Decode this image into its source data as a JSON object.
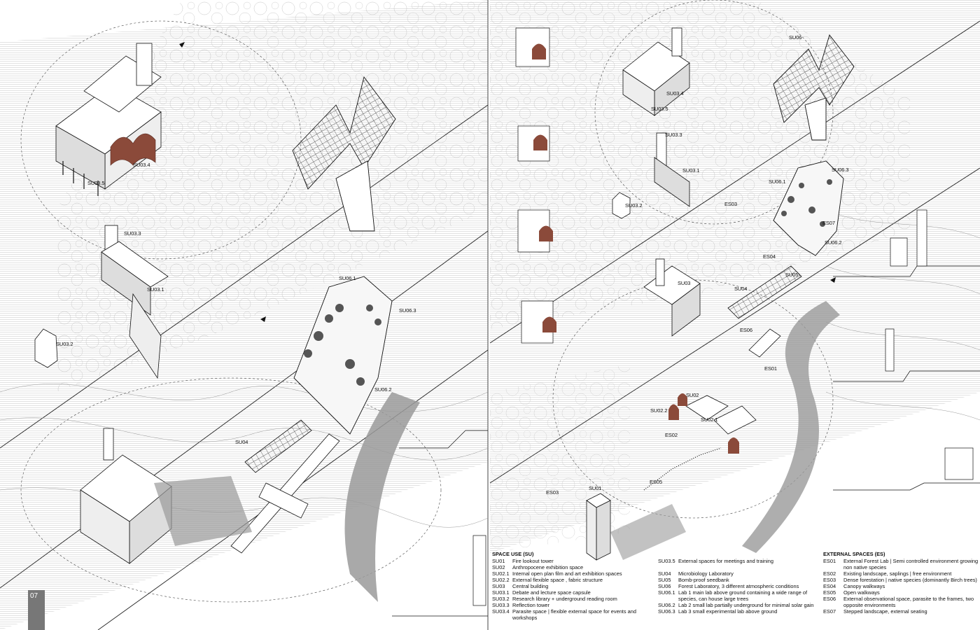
{
  "page_number": "07",
  "labels_left": {
    "su03_5": "SU03.5",
    "su03_4": "SU03.4",
    "su03_3": "SU03.3",
    "su03_1": "SU03.1",
    "su03_2": "SU03.2",
    "su06_1": "SU06.1",
    "su06_3": "SU06.3",
    "su06_2": "SU06.2",
    "su04": "SU04"
  },
  "labels_right": {
    "su06": "SU06",
    "su03_4": "SU03.4",
    "su03_5": "SU03.5",
    "su03_3": "SU03.3",
    "su03_1": "SU03.1",
    "su03_2": "SU03.2",
    "su06_3": "SU06.3",
    "su06_1": "SU06.1",
    "es03_a": "ES03",
    "es07": "ES07",
    "su06_2": "SU06.2",
    "es04": "ES04",
    "su05": "SU05",
    "su03": "SU03",
    "su04": "SU04",
    "es06": "ES06",
    "es01": "ES01",
    "su02": "SU02",
    "su02_2": "SU02.2",
    "su02_1": "SU02.1",
    "es02": "ES02",
    "es05": "ES05",
    "su01": "SU01",
    "es03_b": "ES03"
  },
  "legend_su": {
    "title": "SPACE USE  (SU)",
    "items": [
      {
        "code": "SU01",
        "desc": "Fire lookout tower"
      },
      {
        "code": "SU02",
        "desc": "Anthropocene exhibition space"
      },
      {
        "code": "SU02.1",
        "desc": "Internal open plan film and art exhibition spaces"
      },
      {
        "code": "SU02.2",
        "desc": "External flexible space , fabric structure"
      },
      {
        "code": "SU03",
        "desc": "Central building"
      },
      {
        "code": "SU03.1",
        "desc": "Debate and lecture space capsule"
      },
      {
        "code": "SU03.2",
        "desc": "Research library + underground reading room"
      },
      {
        "code": "SU03.3",
        "desc": "Reflection tower"
      },
      {
        "code": "SU03.4",
        "desc": "Parasite space | flexible external space for events and workshops"
      }
    ]
  },
  "legend_su2": {
    "items": [
      {
        "code": "SU03.5",
        "desc": "External spaces for meetings and training"
      },
      {
        "code": "SU04",
        "desc": "Microbiology Laboratory"
      },
      {
        "code": "SU05",
        "desc": "Bomb-proof seedbank"
      },
      {
        "code": "SU06",
        "desc": "Forest Laboratory, 3 different atmospheric conditions"
      },
      {
        "code": "SU06.1",
        "desc": "Lab 1 main lab above ground containing a wide range of species, can house large trees"
      },
      {
        "code": "SU06.2",
        "desc": "Lab 2 small lab partially underground for minimal solar gain"
      },
      {
        "code": "SU06.3",
        "desc": "Lab 3 small experimental lab above ground"
      }
    ]
  },
  "legend_es": {
    "title": "EXTERNAL SPACES (ES)",
    "items": [
      {
        "code": "ES01",
        "desc": "External Forest Lab | Semi controlled environment growing non native species"
      },
      {
        "code": "ES02",
        "desc": "Existing landscape, saplings | free environment"
      },
      {
        "code": "ES03",
        "desc": "Dense forestation | native species (dominantly Birch trees)"
      },
      {
        "code": "ES04",
        "desc": "Canopy walkways"
      },
      {
        "code": "ES05",
        "desc": "Open walkways"
      },
      {
        "code": "ES06",
        "desc": "External observational space, parasite to the frames, two opposite environments"
      },
      {
        "code": "ES07",
        "desc": "Stepped landscape, external seating"
      }
    ]
  },
  "colors": {
    "ink": "#111111",
    "shadow": "#9a9a9a",
    "fabric": "#8b4a3a",
    "hatch": "#d0d0d0"
  }
}
